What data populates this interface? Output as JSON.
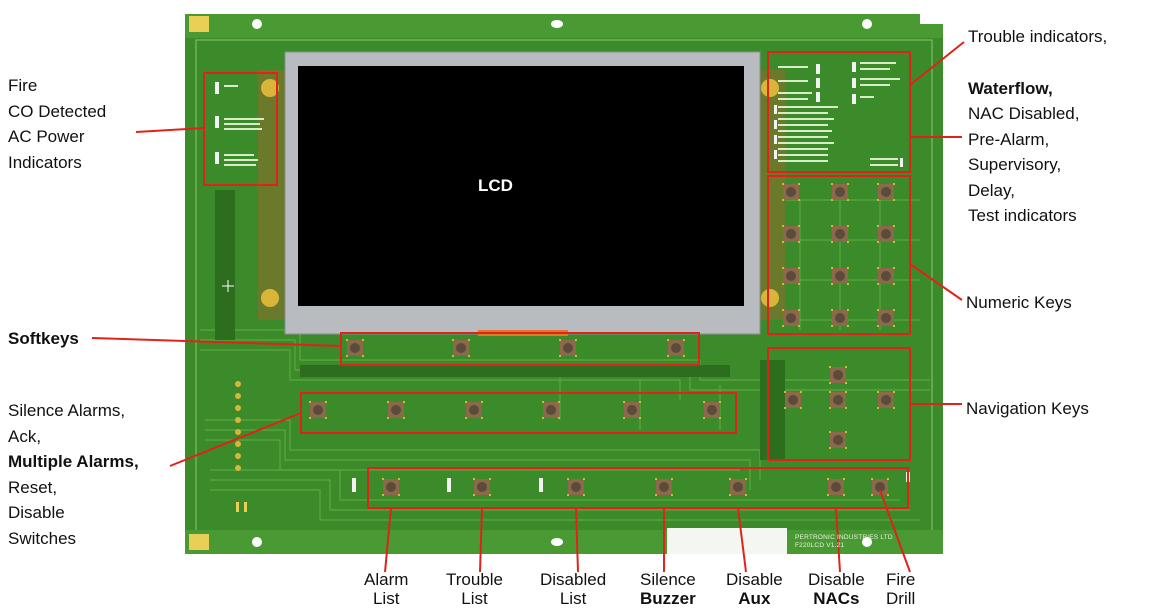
{
  "lcd_label": "LCD",
  "pcb_marking": [
    "PERTRONIC INDUSTRIES LTD",
    "F220LCD V1.21"
  ],
  "labels": {
    "left_indicators": [
      "Fire",
      "CO Detected",
      "AC Power",
      "Indicators"
    ],
    "softkeys": "Softkeys",
    "silence_group": [
      "Silence Alarms,",
      "Ack,",
      "Multiple Alarms,",
      "Reset,",
      "Disable",
      "Switches"
    ],
    "trouble_group": [
      "Trouble indicators,",
      "Waterflow,",
      "NAC Disabled,",
      "Pre-Alarm,",
      "Supervisory,",
      "Delay,",
      "Test indicators"
    ],
    "numeric_keys": "Numeric Keys",
    "navigation_keys": "Navigation Keys",
    "bottom": [
      [
        "Alarm",
        "List"
      ],
      [
        "Trouble",
        "List"
      ],
      [
        "Disabled",
        "List"
      ],
      [
        "Silence",
        "Buzzer"
      ],
      [
        "Disable",
        "Aux"
      ],
      [
        "Disable",
        "NACs"
      ],
      [
        "Fire",
        "Drill"
      ]
    ]
  },
  "colors": {
    "board": "#3c8b2a",
    "board_dark": "#2d6e1e",
    "trace": "#5aa83d",
    "callout": "#e0221b",
    "lcd_frame": "#b8bcc0",
    "lcd_screen": "#000000"
  }
}
